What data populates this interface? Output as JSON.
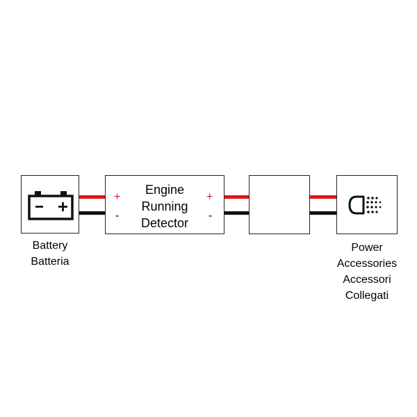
{
  "battery": {
    "label_en": "Battery",
    "label_it": "Batteria",
    "icon": "battery-icon",
    "plus": "+",
    "minus": "-"
  },
  "detector": {
    "title_line1": "Engine",
    "title_line2": "Running",
    "title_line3": "Detector",
    "in_plus": "+",
    "in_minus": "-",
    "out_plus": "+",
    "out_minus": "-"
  },
  "accessories": {
    "line1": "Power",
    "line2": "Accessories",
    "line3": "Accessori",
    "line4": "Collegati",
    "icon": "headlight-icon"
  },
  "colors": {
    "positive_wire": "#e0141e",
    "negative_wire": "#111111",
    "border": "#222222"
  }
}
